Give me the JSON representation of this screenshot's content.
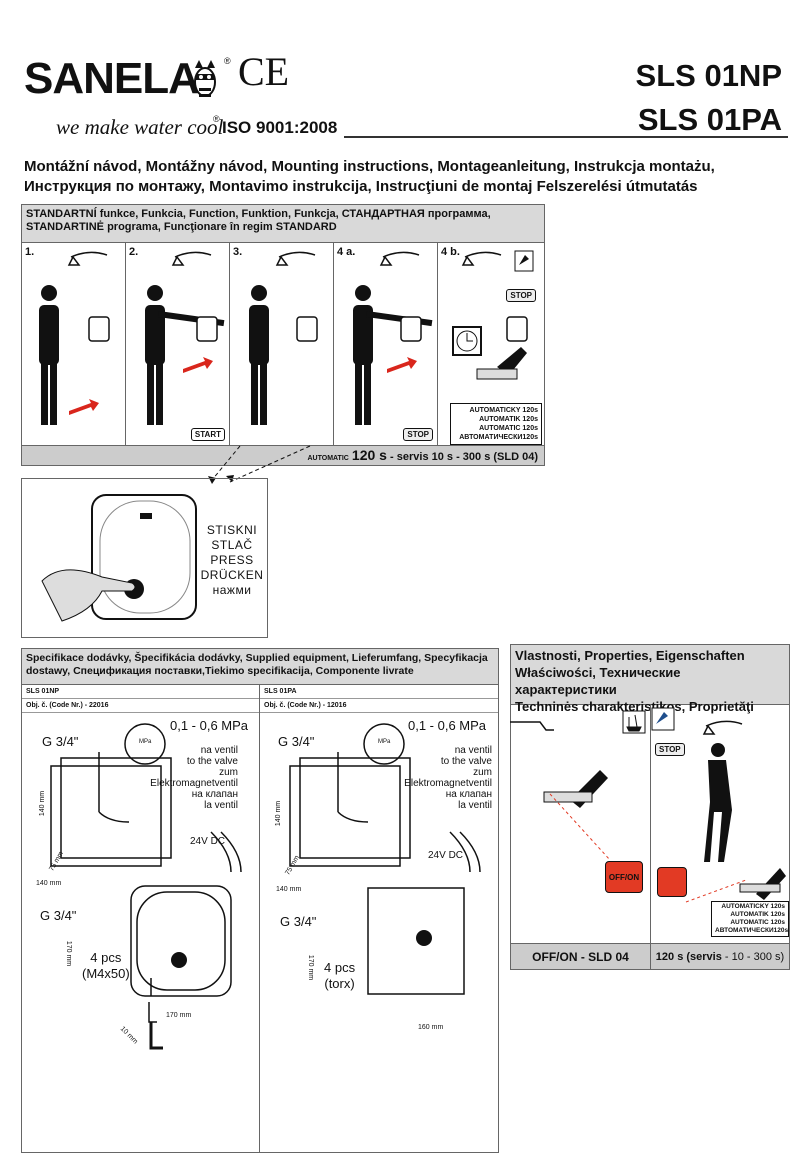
{
  "brand": {
    "name": "SANELA",
    "registered": "®",
    "tagline": "we make water cool",
    "tagline_mark": "®",
    "ce_mark": "CE",
    "iso": "ISO 9001:2008"
  },
  "models": [
    "SLS 01NP",
    "SLS 01PA"
  ],
  "title": [
    "Montážní návod, Montážny návod, Mounting instructions, Montageanleitung, Instrukcja montażu,",
    "Инструкция по монтажу, Montavimo instrukcija, Instrucţiuni de montaj Felszerelési útmutatás"
  ],
  "function_box": {
    "header": [
      "STANDARTNÍ funkce, Funkcia, Function, Funktion, Funkcja, СТАНДАРТНАЯ программа,",
      "STANDARTINĖ programa, Funcţionare în regim STANDARD"
    ],
    "panels": [
      "1.",
      "2.",
      "3.",
      "4 a.",
      "4 b."
    ],
    "start_label": "START",
    "stop_label": "STOP",
    "auto_lines": [
      "AUTOMATICKY 120s",
      "AUTOMATIK 120s",
      "AUTOMATIC 120s",
      "АВТОМАТИЧЕСКИ120s"
    ],
    "footer": {
      "prefix": "AUTOMATIC",
      "main": "120 s",
      "dash": "-",
      "rest": "servis 10 s - 300 s (SLD 04)"
    }
  },
  "press_box": {
    "lines": [
      "STISKNI",
      "STLAČ",
      "PRESS",
      "DRÜCKEN",
      "нажми"
    ]
  },
  "supply_box": {
    "header": [
      "Specifikace dodávky, Špecifikácia dodávky, Supplied equipment, Lieferumfang, Specyfikacja",
      "dostawy, Спецификация поставки,Tiekimo specifikacija, Componente livrate"
    ],
    "left": {
      "model": "SLS 01NP",
      "code": "Obj. č. (Code Nr.) - 22016",
      "pressure": "0,1 - 0,6 MPa",
      "g_top": "G 3/4\"",
      "g_bottom": "G 3/4\"",
      "valve": [
        "na ventil",
        "to the valve",
        "zum Elektromagnetventil",
        "на клапан",
        "la ventil"
      ],
      "voltage": "24V DC",
      "dim_h": "140 mm",
      "dim_d": "75 mm",
      "dim_w": "140 mm",
      "dim_h2": "170 mm",
      "dim_w2": "170 mm",
      "dim_t": "10 mm",
      "screws": [
        "4 pcs",
        "(M4x50)"
      ],
      "gauge": "MPa"
    },
    "right": {
      "model": "SLS 01PA",
      "code": "Obj. č. (Code Nr.) - 12016",
      "pressure": "0,1 - 0,6 MPa",
      "g_top": "G 3/4\"",
      "g_bottom": "G 3/4\"",
      "valve": [
        "na ventil",
        "to the valve",
        "zum Elektromagnetventil",
        "на клапан",
        "la ventil"
      ],
      "voltage": "24V DC",
      "dim_h": "140 mm",
      "dim_d": "75 mm",
      "dim_w": "140 mm",
      "dim_h2": "170 mm",
      "dim_w2": "160 mm",
      "screws": [
        "4 pcs",
        "(torx)"
      ],
      "gauge": "MPa"
    }
  },
  "props_box": {
    "header": [
      "Vlastnosti, Properties, Eigenschaften",
      "Właściwości, Технические характеристики",
      "Techninės charakteristikos, Proprietăţi"
    ],
    "stop_label": "STOP",
    "offon": "OFF/ON",
    "auto_lines": [
      "AUTOMATICKY 120s",
      "AUTOMATIK 120s",
      "AUTOMATIC 120s",
      "АВТОМАТИЧЕСКИ120s"
    ],
    "footer_left": "OFF/ON - SLD 04",
    "footer_right_main": "120 s (",
    "footer_right_bold": "servis",
    "footer_right_rest": " - 10 - 300 s)"
  }
}
